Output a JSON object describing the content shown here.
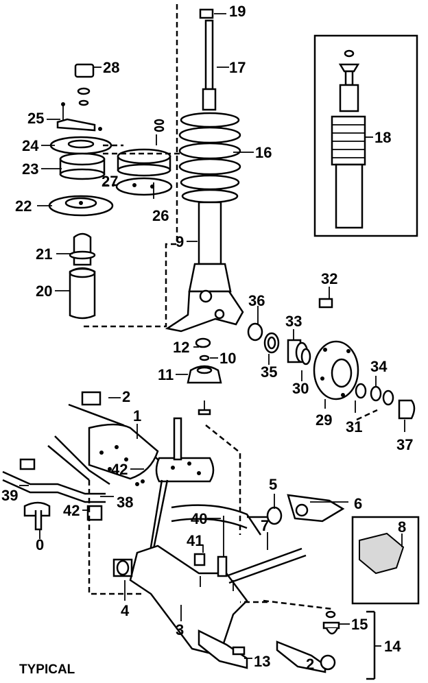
{
  "caption": "TYPICAL",
  "callouts": {
    "c1": "1",
    "c2": "2",
    "c3": "3",
    "c4": "4",
    "c5": "5",
    "c6": "6",
    "c7": "7",
    "c8": "8",
    "c9": "9",
    "c10": "10",
    "c11": "11",
    "c12": "12",
    "c13": "13",
    "c14": "14",
    "c15": "15",
    "c16": "16",
    "c17": "17",
    "c18": "18",
    "c19": "19",
    "c20": "20",
    "c21": "21",
    "c22": "22",
    "c23": "23",
    "c24": "24",
    "c25": "25",
    "c26": "26",
    "c27": "27",
    "c28": "28",
    "c29": "29",
    "c30": "30",
    "c31": "31",
    "c32": "32",
    "c33": "33",
    "c34": "34",
    "c35": "35",
    "c36": "36",
    "c37": "37",
    "c38": "38",
    "c39": "39",
    "c40": "40",
    "c41": "41",
    "c42a": "42",
    "c42b": "42",
    "c0": "0"
  }
}
